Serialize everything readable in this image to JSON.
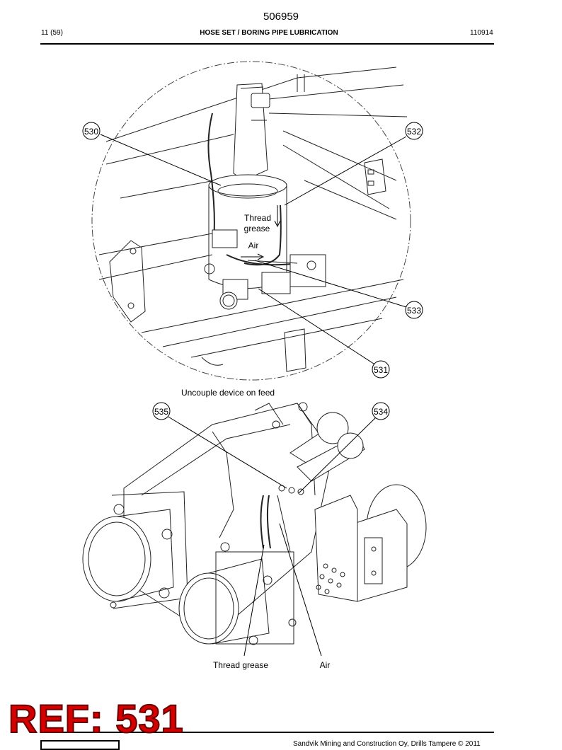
{
  "header": {
    "doc_number": "506959",
    "page_count": "11 (59)",
    "title": "HOSE SET / BORING PIPE LUBRICATION",
    "date": "110914"
  },
  "figure_top": {
    "callouts": [
      "530",
      "532",
      "533",
      "531"
    ],
    "labels": {
      "thread_grease": "Thread grease",
      "air": "Air"
    }
  },
  "figure_bottom": {
    "caption": "Uncouple device on feed",
    "callouts": [
      "535",
      "534"
    ],
    "labels": {
      "thread_grease": "Thread grease",
      "air": "Air"
    }
  },
  "footer": {
    "copyright": "Sandvik Mining and Construction Oy, Drills Tampere © 2011"
  },
  "ref_stamp": "REF: 531"
}
